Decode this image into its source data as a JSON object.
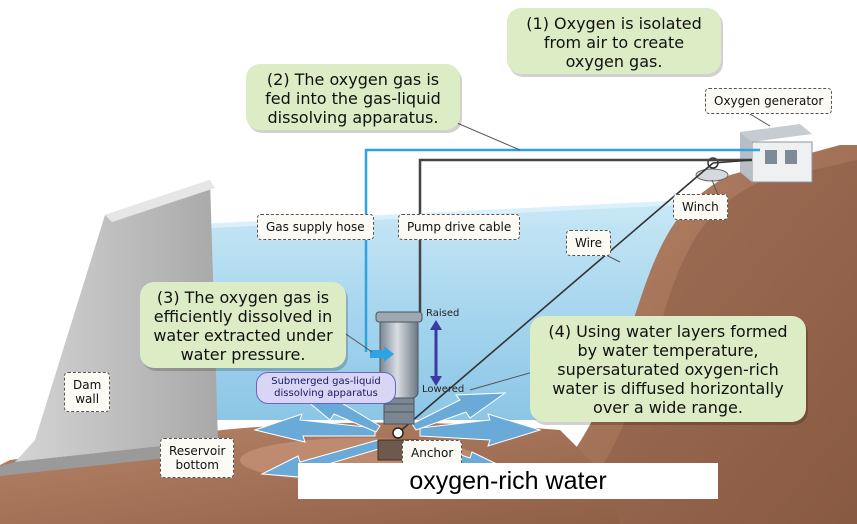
{
  "callouts": {
    "step1": "(1) Oxygen is isolated\nfrom air to create\noxygen gas.",
    "step2": "(2) The oxygen gas is\nfed into the gas-liquid\ndissolving apparatus.",
    "step3": "(3) The oxygen gas is\nefficiently dissolved in\nwater extracted under\nwater pressure.",
    "step4": "(4) Using water layers formed\nby water temperature,\nsupersaturated oxygen-rich\nwater is diffused horizontally\nover a wide range."
  },
  "labels": {
    "oxygen_generator": "Oxygen generator",
    "gas_supply_hose": "Gas supply hose",
    "pump_drive_cable": "Pump drive cable",
    "wire": "Wire",
    "winch": "Winch",
    "dam_wall": "Dam\nwall",
    "reservoir_bottom": "Reservoir\nbottom",
    "anchor": "Anchor",
    "apparatus": "Submerged gas-liquid\ndissolving apparatus",
    "raised": "Raised",
    "lowered": "Lowered"
  },
  "caption": "oxygen-rich water",
  "colors": {
    "water": "#9fd1ea",
    "ground": "#a6735a",
    "dam": "#b8b8b8",
    "hose": "#2ea3e0",
    "cable": "#444444",
    "bubble": "#dcecc4",
    "flow": "#6aaad8"
  }
}
